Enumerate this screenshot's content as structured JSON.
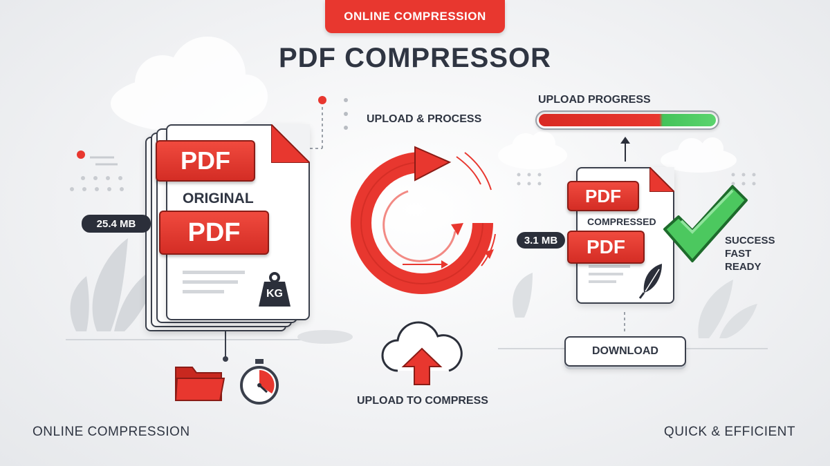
{
  "header": {
    "badge": "ONLINE COMPRESSION",
    "title": "PDF COMPRESSOR"
  },
  "original": {
    "ribbon_top": "PDF",
    "label": "ORIGINAL",
    "ribbon_bottom": "PDF",
    "size": "25.4 MB",
    "weight_label": "KG"
  },
  "process": {
    "label": "UPLOAD & PROCESS",
    "upload_label": "UPLOAD TO COMPRESS"
  },
  "compressed": {
    "progress_label": "UPLOAD PROGRESS",
    "progress_percent": 70,
    "ribbon_top": "PDF",
    "label": "COMPRESSED",
    "ribbon_bottom": "PDF",
    "size": "3.1 MB",
    "status": [
      "SUCCESS",
      "FAST",
      "READY"
    ],
    "download_label": "DOWNLOAD"
  },
  "footer": {
    "left": "ONLINE COMPRESSION",
    "right": "QUICK & EFFICIENT"
  },
  "colors": {
    "accent_red": "#e8372f",
    "success_green": "#43c35a",
    "dark": "#2b2f3a"
  },
  "icons": [
    "folder-icon",
    "stopwatch-icon",
    "compress-arrows-icon",
    "cloud-upload-icon",
    "up-arrow-icon",
    "checkmark-icon",
    "feather-icon",
    "weight-icon"
  ]
}
